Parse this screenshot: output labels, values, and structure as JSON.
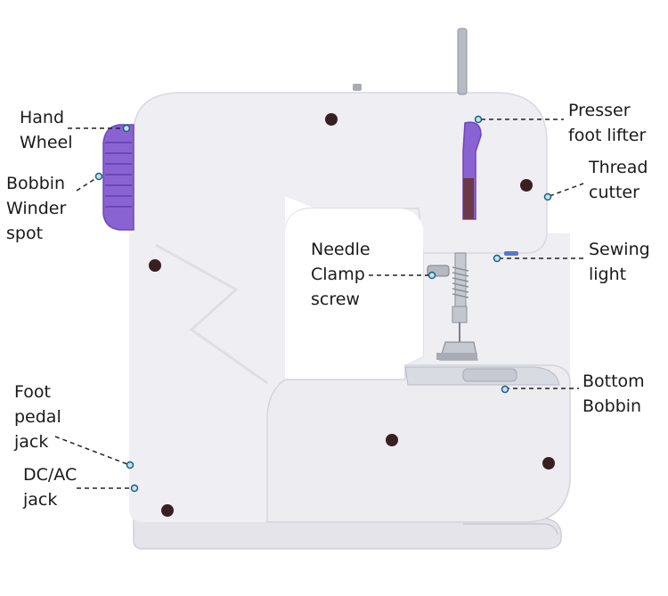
{
  "diagram": {
    "subject": "Mini sewing machine parts diagram",
    "colors": {
      "body": "#eeeef3",
      "body_shadow": "#d6d6de",
      "accent": "#8a63d2",
      "accent_dark": "#6b48b8",
      "leader_line": "#222222",
      "dot_fill": "#bfe3f0",
      "dot_stroke": "#1d5f7a"
    },
    "labels": {
      "hand_wheel": [
        "Hand",
        "Wheel"
      ],
      "bobbin_winder_spot": [
        "Bobbin",
        "Winder",
        "spot"
      ],
      "foot_pedal_jack": [
        "Foot",
        "pedal",
        "jack"
      ],
      "dc_ac_jack": [
        "DC/AC",
        "jack"
      ],
      "needle_clamp_screw": [
        "Needle",
        "Clamp",
        "screw"
      ],
      "presser_foot_lifter": [
        "Presser",
        "foot lifter"
      ],
      "thread_cutter": [
        "Thread",
        "cutter"
      ],
      "sewing_light": [
        "Sewing",
        "light"
      ],
      "bottom_bobbin": [
        "Bottom",
        "Bobbin"
      ]
    }
  }
}
